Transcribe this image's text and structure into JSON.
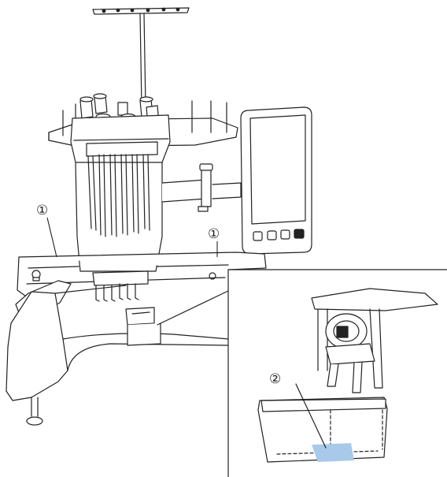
{
  "callouts": {
    "left_frame": "①",
    "right_frame": "①",
    "detail_area": "②"
  },
  "colors": {
    "line": "#222222",
    "highlight": "#a9c9ea",
    "background": "#ffffff"
  }
}
